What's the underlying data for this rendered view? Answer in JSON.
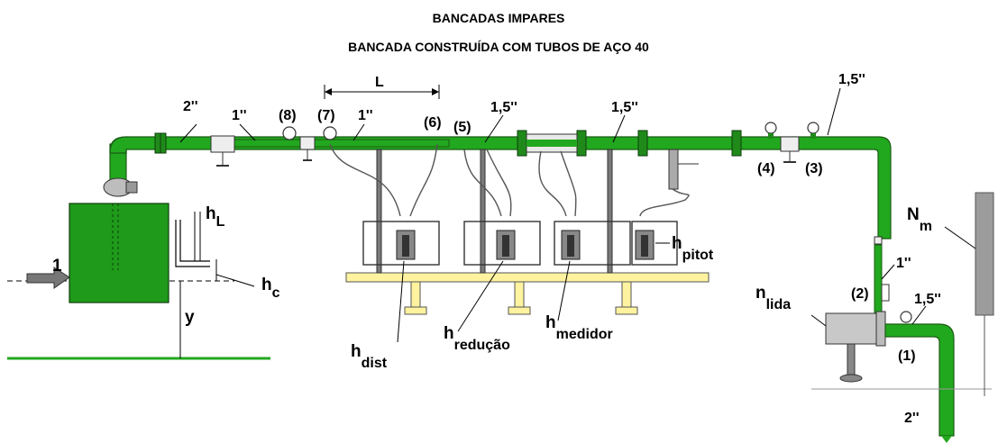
{
  "title": {
    "line1": "BANCADAS IMPARES",
    "line2": "BANCADA CONSTRUÍDA COM TUBOS DE AÇO 40"
  },
  "labels": {
    "pipe_2in_top": "2''",
    "pipe_1in_a": "1''",
    "pipe_1in_b": "1''",
    "pipe_15_a": "1,5''",
    "pipe_15_b": "1,5''",
    "pipe_15_c": "1,5''",
    "pipe_15_d": "1,5''",
    "pipe_1in_c": "1''",
    "pipe_2in_bottom": "2''",
    "length": "L",
    "p8": "(8)",
    "p7": "(7)",
    "p6": "(6)",
    "p5": "(5)",
    "p4": "(4)",
    "p3": "(3)",
    "p2": "(2)",
    "p1": "(1)"
  },
  "symbols": {
    "hL": {
      "main": "h",
      "sub": "L"
    },
    "hc": {
      "main": "h",
      "sub": "c"
    },
    "y": "y",
    "hdist": {
      "main": "h",
      "sub": "dist"
    },
    "hreducao": {
      "main": "h",
      "sub": "redução"
    },
    "hmedidor": {
      "main": "h",
      "sub": "medidor"
    },
    "hpitot": {
      "main": "h",
      "sub": "pitot"
    },
    "Nm": {
      "main": "N",
      "sub": "m"
    },
    "nlida": {
      "main": "n",
      "sub": "lida"
    },
    "one": "1"
  },
  "colors": {
    "pipe_green": "#22a81e",
    "tank_green": "#1f9a1a",
    "bench_yellow": "#fff3a0",
    "pump_grey": "#c8c8c8"
  }
}
